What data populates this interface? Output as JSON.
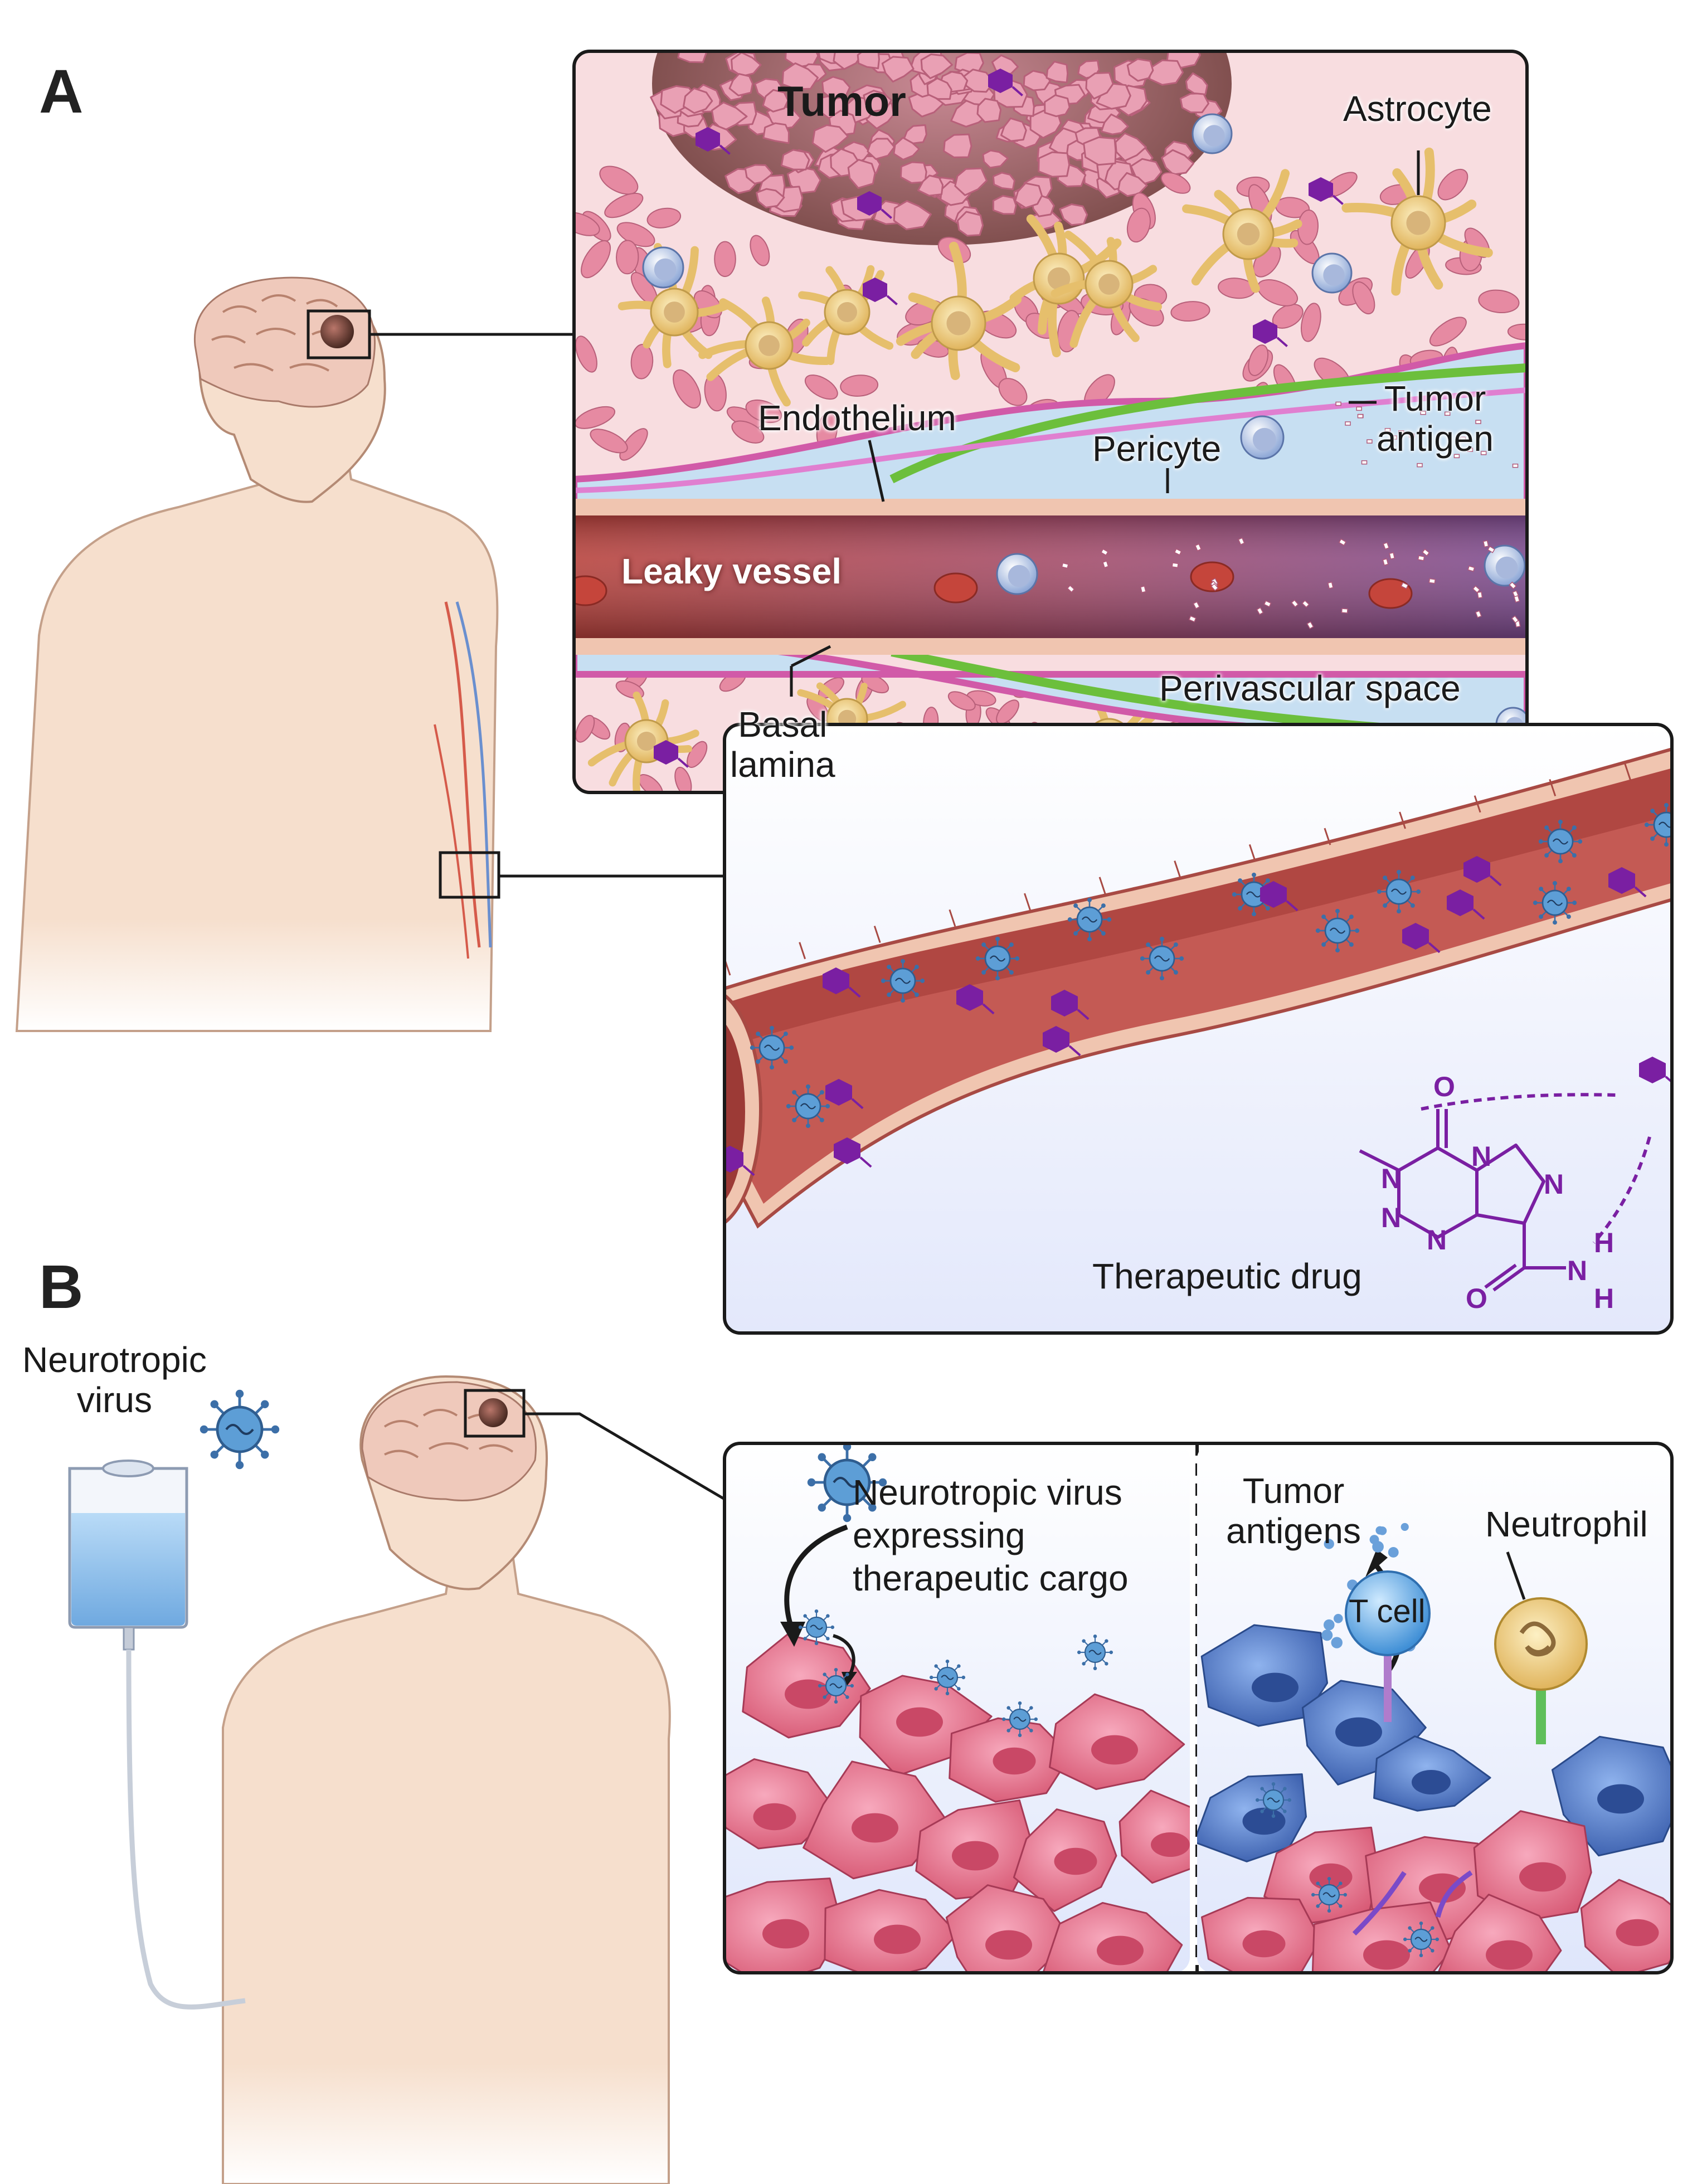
{
  "panels": {
    "a": {
      "letter": "A",
      "labels": {
        "tumor": "Tumor",
        "astrocyte": "Astrocyte",
        "endothelium": "Endothelium",
        "tumor_antigen": [
          "Tumor",
          "antigen"
        ],
        "pericyte": "Pericyte",
        "leaky_vessel": "Leaky vessel",
        "perivascular_space": "Perivascular space",
        "basal_lamina": [
          "Basal",
          "lamina"
        ],
        "therapeutic_drug": "Therapeutic drug"
      },
      "molecule_atoms": {
        "oxygen_top": "O",
        "n3": "N",
        "n_ring": "N",
        "n_ring2": "N",
        "n_low1": "N",
        "n_low2": "N",
        "o_amide": "O",
        "n_amide": "N",
        "h1": "H",
        "h2": "H"
      }
    },
    "b": {
      "letter": "B",
      "labels": {
        "neurotropic_virus": [
          "Neurotropic",
          "virus"
        ],
        "virus_cargo": [
          "Neurotropic virus",
          "expressing",
          "therapeutic cargo"
        ],
        "tumor_antigens": [
          "Tumor",
          "antigens"
        ],
        "neutrophil": "Neutrophil",
        "t_cell": "T cell"
      }
    }
  },
  "colors": {
    "skin": "#f6dfcd",
    "skin_outline": "#b48a74",
    "brain": "#efc9bb",
    "tumor_tissue": "#d98aa0",
    "tumor_dark": "#8c5a55",
    "vessel_red": "#b6403a",
    "vessel_purple": "#7b4a8e",
    "astrocyte": "#f2d08c",
    "drug_purple": "#7a1fa2",
    "virus_blue": "#5d9ed6",
    "tcell_blue": "#5aa8e6",
    "neutrophil_gold": "#e8c35a",
    "tumor_cell_pink": "#e8708c",
    "infected_cell_blue": "#4e78c4",
    "panel_bg_light": "#eef2ff",
    "iv_fluid": "#8cc1ee"
  }
}
